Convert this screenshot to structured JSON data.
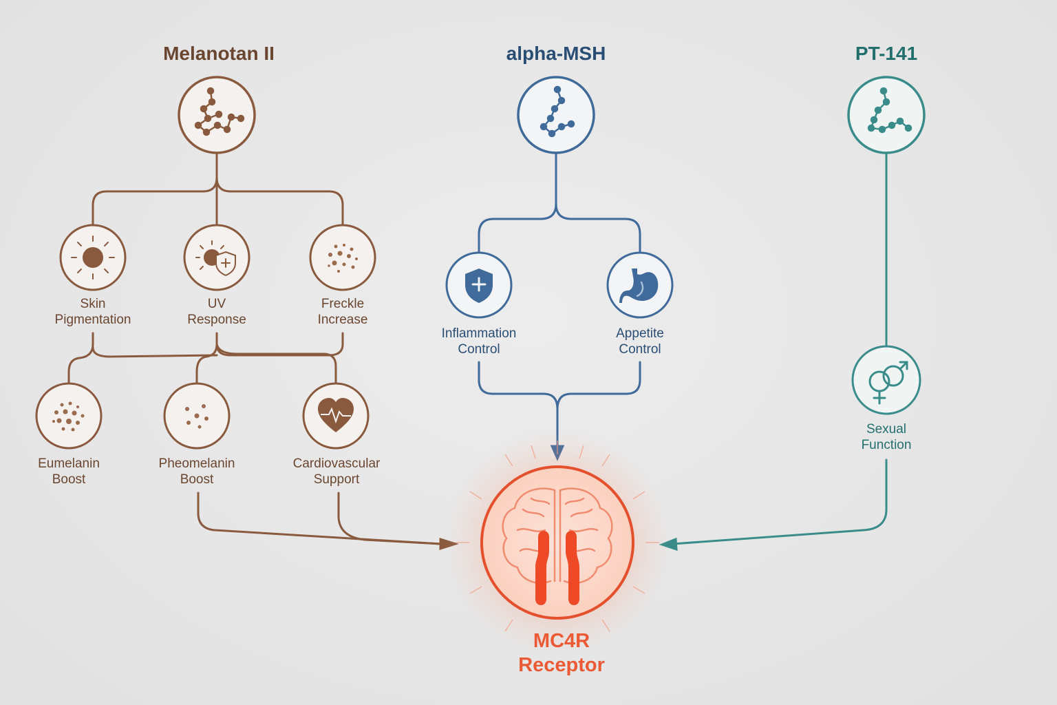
{
  "colors": {
    "melanotan": "#8a5a3e",
    "alpha_msh": "#3f6a9a",
    "pt141": "#3a8c8a",
    "receptor": "#e85a35",
    "background": "#e8e8e8"
  },
  "columns": {
    "melanotan": {
      "title": "Melanotan II",
      "icon": "molecule-icon",
      "effects": [
        {
          "line1": "Skin",
          "line2": "Pigmentation",
          "icon": "sun-icon"
        },
        {
          "line1": "UV",
          "line2": "Response",
          "icon": "uv-shield-icon"
        },
        {
          "line1": "Freckle",
          "line2": "Increase",
          "icon": "freckles-icon"
        }
      ],
      "outcomes": [
        {
          "line1": "Eumelanin",
          "line2": "Boost",
          "icon": "dots-cluster-icon"
        },
        {
          "line1": "Pheomelanin",
          "line2": "Boost",
          "icon": "dots-sparse-icon"
        },
        {
          "line1": "Cardiovascular",
          "line2": "Support",
          "icon": "heart-pulse-icon"
        }
      ]
    },
    "alpha_msh": {
      "title": "alpha-MSH",
      "icon": "molecule-icon",
      "effects": [
        {
          "line1": "Inflammation",
          "line2": "Control",
          "icon": "shield-plus-icon"
        },
        {
          "line1": "Appetite",
          "line2": "Control",
          "icon": "stomach-icon"
        }
      ]
    },
    "pt141": {
      "title": "PT-141",
      "icon": "molecule-icon",
      "effects": [
        {
          "line1": "Sexual",
          "line2": "Function",
          "icon": "gender-symbols-icon"
        }
      ]
    }
  },
  "receptor": {
    "line1": "MC4R",
    "line2": "Receptor",
    "icon": "brain-receptor-icon"
  }
}
